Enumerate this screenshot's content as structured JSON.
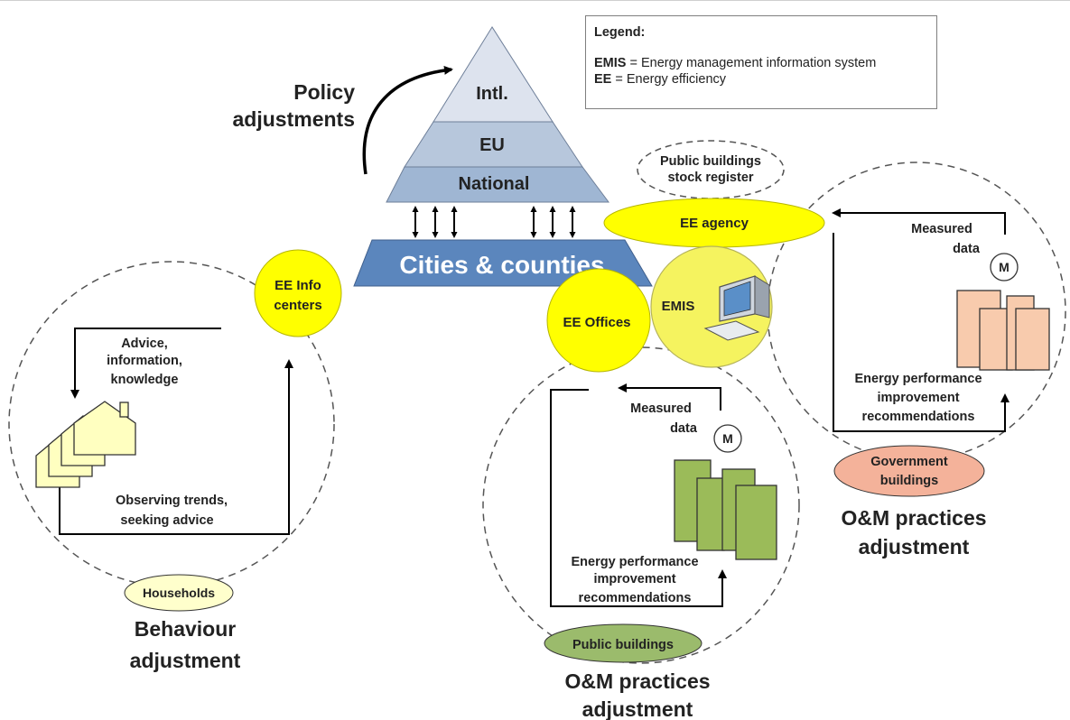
{
  "legend": {
    "title": "Legend:",
    "rows": [
      {
        "abbr": "EMIS",
        "text": " = Energy management information system"
      },
      {
        "abbr": "EE",
        "text": " = Energy efficiency"
      }
    ]
  },
  "pyramid": {
    "levels": [
      "Intl.",
      "EU",
      "National"
    ],
    "base": "Cities & counties",
    "policy_label": [
      "Policy",
      "adjustments"
    ]
  },
  "nodes": {
    "ee_info_centers": [
      "EE Info",
      "centers"
    ],
    "ee_agency": "EE agency",
    "ee_offices": "EE Offices",
    "emis": "EMIS",
    "stock_register": [
      "Public buildings",
      "stock register"
    ]
  },
  "households_loop": {
    "badge": "Households",
    "top_label": [
      "Advice,",
      "information,",
      "knowledge"
    ],
    "bottom_label": [
      "Observing trends,",
      "seeking advice"
    ],
    "caption": [
      "Behaviour",
      "adjustment"
    ]
  },
  "public_loop": {
    "badge": "Public buildings",
    "measured": [
      "Measured",
      "data"
    ],
    "meter": "M",
    "recommend": [
      "Energy performance",
      "improvement",
      "recommendations"
    ],
    "caption": [
      "O&M practices",
      "adjustment"
    ]
  },
  "government_loop": {
    "badge": [
      "Government",
      "buildings"
    ],
    "measured": [
      "Measured",
      "data"
    ],
    "meter": "M",
    "recommend": [
      "Energy performance",
      "improvement",
      "recommendations"
    ],
    "caption": [
      "O&M practices",
      "adjustment"
    ]
  },
  "colors": {
    "yellow": "#ffff00",
    "pyramid_top": "#dde3ee",
    "pyramid_mid": "#b7c7dc",
    "pyramid_low": "#9fb6d3",
    "cities": "#5b86bd",
    "house": "#ffffc0",
    "green_building": "#9bbb59",
    "orange_building": "#f8cbad",
    "households_badge": "#ffffcc",
    "public_badge": "#9bbb6c",
    "government_badge": "#f4b29a"
  }
}
